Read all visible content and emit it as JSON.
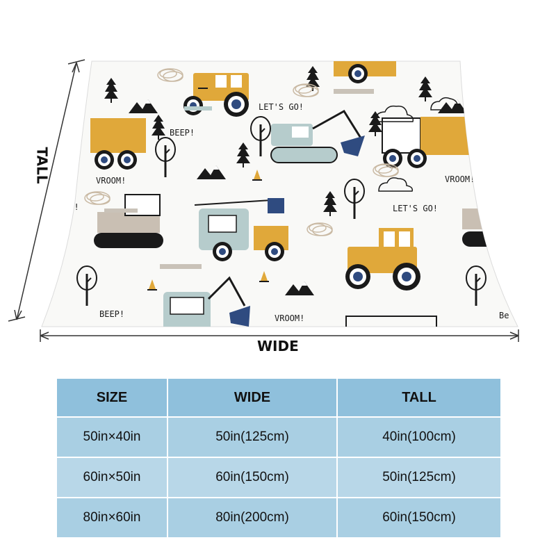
{
  "blanket": {
    "wide_label": "WIDE",
    "tall_label": "TALL",
    "print_texts": [
      "LET'S GO!",
      "BEEP!",
      "VROOM!",
      "VROOM!",
      "LET'S GO!",
      "GO!",
      "BEEP!",
      "VROOM!",
      "Be"
    ]
  },
  "size_table": {
    "headers": [
      "SIZE",
      "WIDE",
      "TALL"
    ],
    "rows": [
      [
        "50in×40in",
        "50in(125cm)",
        "40in(100cm)"
      ],
      [
        "60in×50in",
        "60in(150cm)",
        "50in(125cm)"
      ],
      [
        "80in×60in",
        "80in(200cm)",
        "60in(150cm)"
      ]
    ]
  },
  "colors": {
    "mustard": "#e0a83a",
    "slate_blue": "#2f4b80",
    "sage": "#b6cccc",
    "table_header": "#8fc0dc",
    "table_cell": "#a9cfe3"
  }
}
